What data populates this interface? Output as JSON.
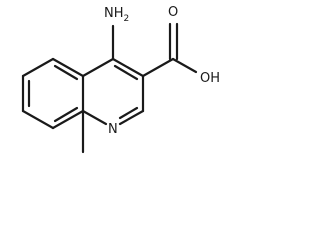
{
  "structure": {
    "labels": {
      "amine": "NH2",
      "amine_main": "NH",
      "amine_subscript": "2",
      "carbonyl_oxygen": "O",
      "hydroxyl": "OH",
      "ring_nitrogen": "N"
    }
  }
}
